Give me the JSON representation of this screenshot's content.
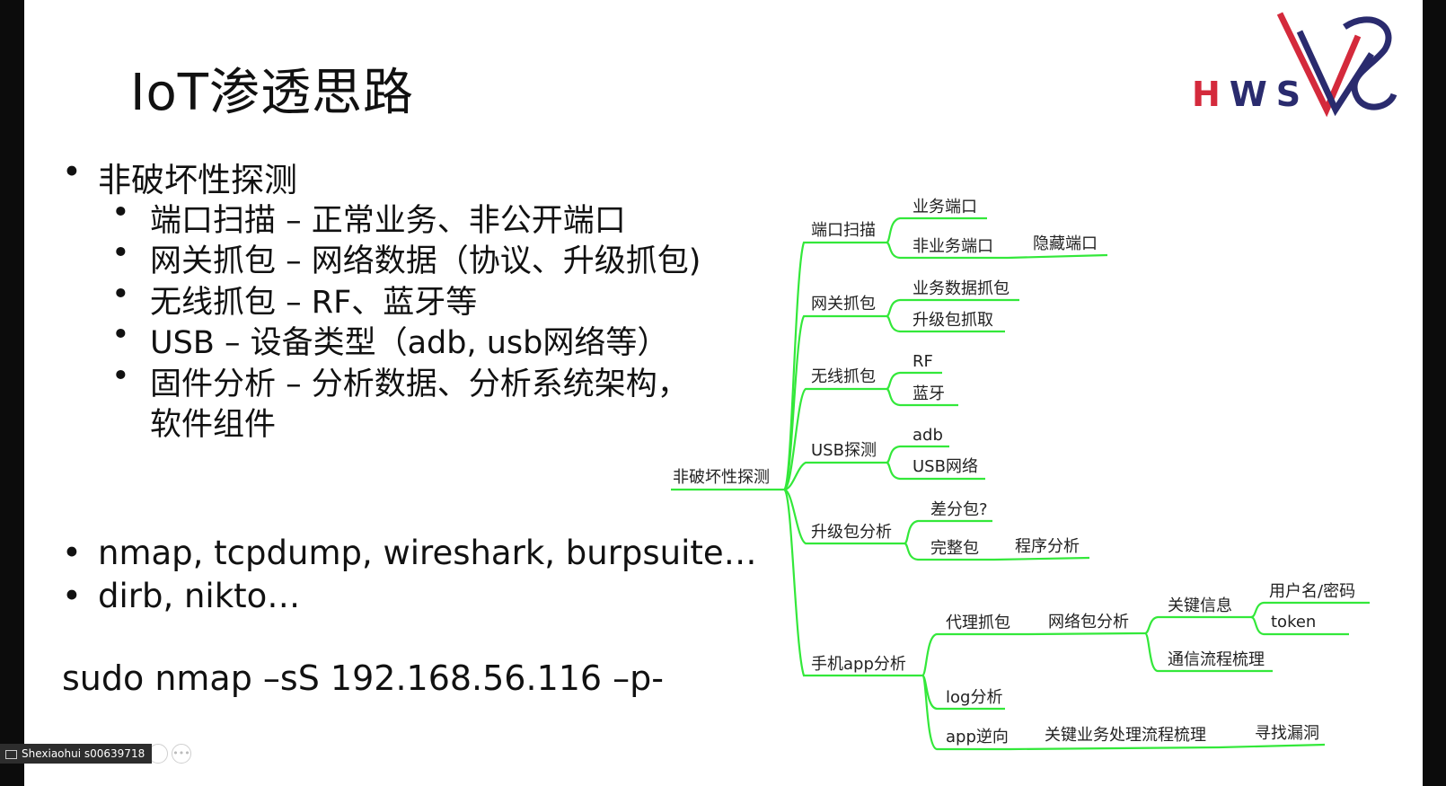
{
  "title": "IoT渗透思路",
  "logo_text": "H W S",
  "bullets": {
    "main": "非破坏性探测",
    "subs": [
      "端口扫描 – 正常业务、非公开端口",
      "网关抓包 – 网络数据（协议、升级抓包)",
      "无线抓包 – RF、蓝牙等",
      "USB – 设备类型（adb, usb网络等）",
      "固件分析 – 分析数据、分析系统架构，",
      "软件组件"
    ],
    "tools": [
      "nmap, tcpdump, wireshark, burpsuite…",
      "dirb, nikto…"
    ],
    "command": "sudo nmap –sS 192.168.56.116 –p-"
  },
  "mindmap": {
    "root": "非破坏性探测",
    "b_port": "端口扫描",
    "port_biz": "业务端口",
    "port_nonbiz": "非业务端口",
    "port_hidden": "隐藏端口",
    "b_gw": "网关抓包",
    "gw_biz": "业务数据抓包",
    "gw_upg": "升级包抓取",
    "b_wl": "无线抓包",
    "wl_rf": "RF",
    "wl_bt": "蓝牙",
    "b_usb": "USB探测",
    "usb_adb": "adb",
    "usb_net": "USB网络",
    "b_upg": "升级包分析",
    "upg_diff": "差分包?",
    "upg_full": "完整包",
    "upg_prog": "程序分析",
    "b_app": "手机app分析",
    "app_proxy": "代理抓包",
    "app_netpkt": "网络包分析",
    "app_key": "关键信息",
    "app_user": "用户名/密码",
    "app_token": "token",
    "app_flow": "通信流程梳理",
    "app_log": "log分析",
    "app_rev": "app逆向",
    "app_bizflow": "关键业务处理流程梳理",
    "app_vuln": "寻找漏洞"
  },
  "participant": "Shexiaohui s00639718",
  "colors": {
    "mindmap_line": "#33e83a",
    "logo_red": "#d42a3c",
    "logo_navy": "#2a2b6e"
  }
}
